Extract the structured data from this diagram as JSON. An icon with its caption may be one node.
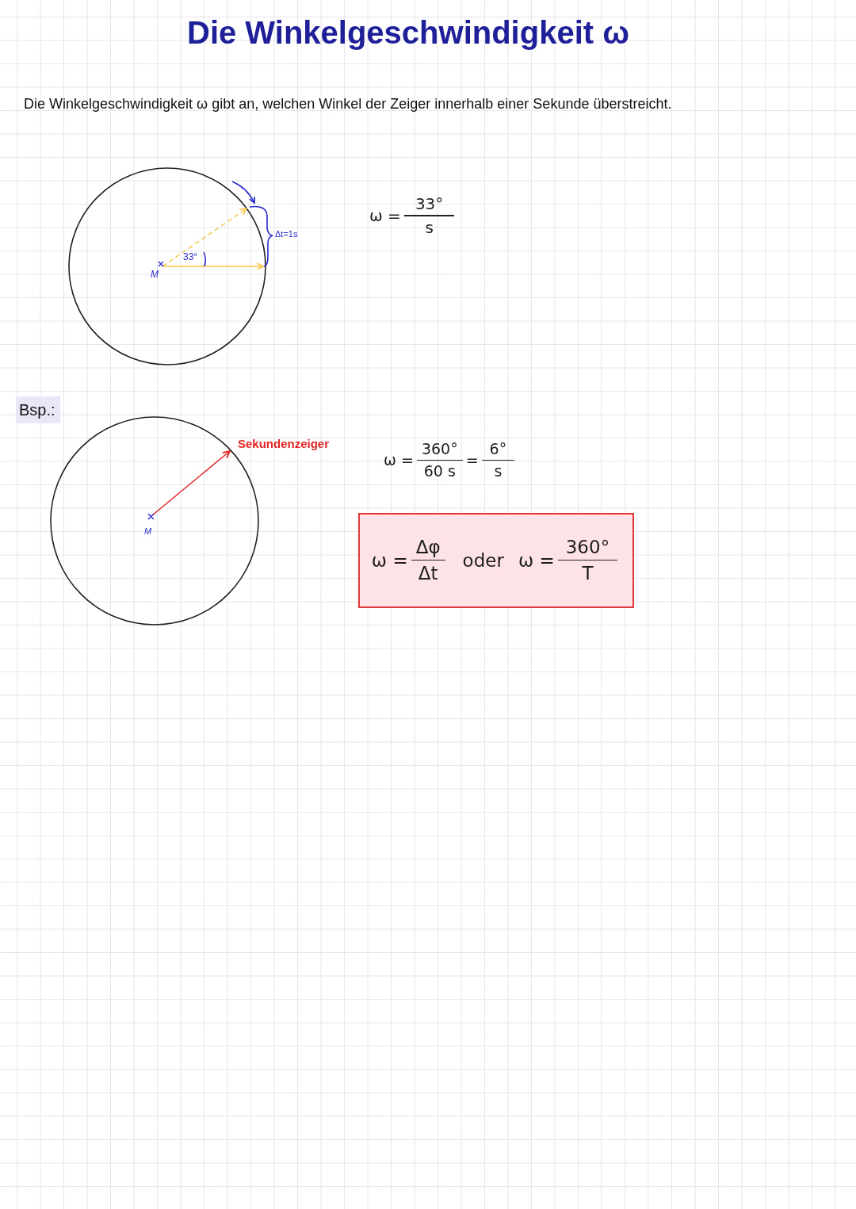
{
  "diagram": {
    "title": "Die Winkelgeschwindigkeit ω",
    "nodes": [
      {
        "text": [
          "ω =",
          "Δφ",
          "Δt",
          "oder",
          "ω =",
          "360°",
          "T"
        ]
      }
    ],
    "labels": [
      "Die Winkelgeschwindigkeit ω gibt an, welchen Winkel der Zeiger innerhalb einer Sekunde überstreicht.",
      "M",
      "33°",
      "Δt=1s",
      "ω =",
      "33°",
      "s",
      "Bsp.:",
      "Sekundenzeiger",
      "M",
      "ω =",
      "360°",
      "60 s",
      "=",
      "6°",
      "s"
    ]
  }
}
